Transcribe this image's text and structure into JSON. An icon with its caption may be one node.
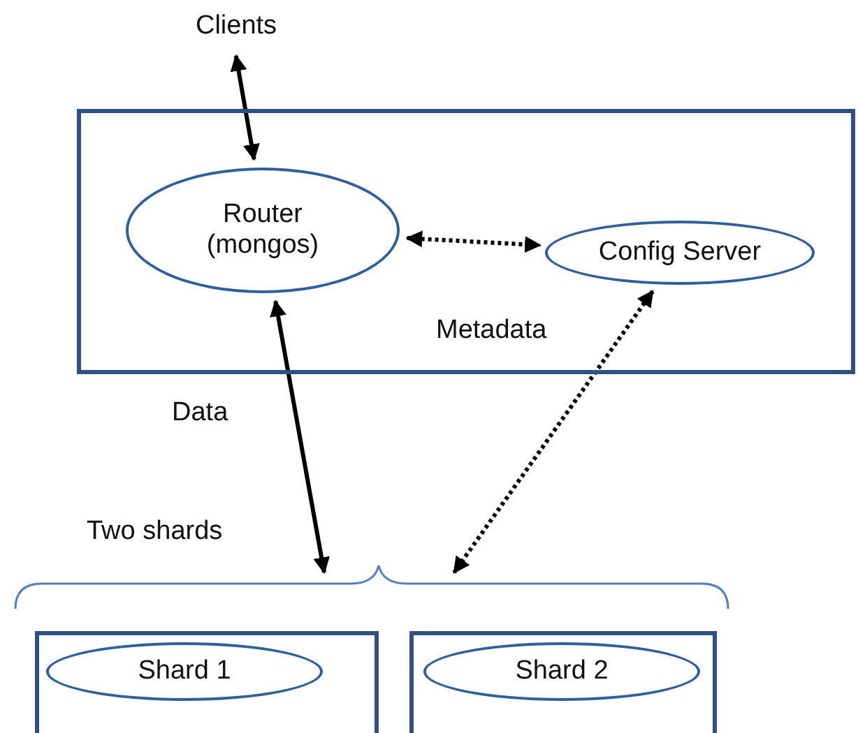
{
  "diagram": {
    "nodes": [
      {
        "text": [
          "Clients"
        ]
      },
      {
        "text": [],
        "shape": "box"
      },
      {
        "text": [
          "Router (mongos)"
        ],
        "in": 1
      },
      {
        "text": [
          "Config Server"
        ],
        "in": 1
      },
      {
        "text": [],
        "shape": "bracket"
      },
      {
        "text": [],
        "shape": "box"
      },
      {
        "text": [
          "Shard 1"
        ],
        "in": 5
      },
      {
        "text": [],
        "shape": "box"
      },
      {
        "text": [
          "Shard 2"
        ],
        "in": 7
      }
    ],
    "edges": [
      {
        "from": 0,
        "to": 2,
        "arrow": "both"
      },
      {
        "from": 2,
        "to": 3,
        "arrow": "both",
        "style": "dashed"
      },
      {
        "from": 2,
        "to": 4,
        "arrow": "both"
      },
      {
        "from": 3,
        "to": 4,
        "arrow": "both",
        "style": "dashed"
      }
    ],
    "labels": [
      "Metadata",
      "Data",
      "Two shards"
    ]
  }
}
